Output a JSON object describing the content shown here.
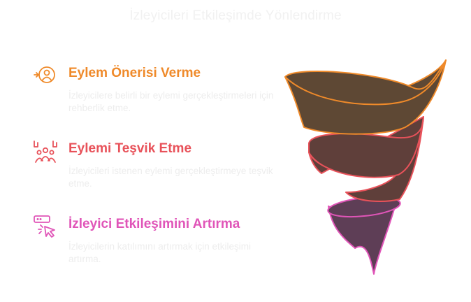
{
  "title": "İzleyicileri Etkileşimde Yönlendirme",
  "items": [
    {
      "heading": "Eylem Önerisi Verme",
      "description": "İzleyicilere belirli bir eylemi gerçekleştirmeleri için rehberlik etme.",
      "icon": "guidance-person-icon",
      "color": "#ef8a2a"
    },
    {
      "heading": "Eylemi Teşvik Etme",
      "description": "İzleyicileri istenen eylemi gerçekleştirmeye teşvik etme.",
      "icon": "group-cheer-icon",
      "color": "#e8525a"
    },
    {
      "heading": "İzleyici Etkileşimini Artırma",
      "description": "İzleyicilerin katılımını artırmak için etkileşimi artırma.",
      "icon": "click-cursor-icon",
      "color": "#e055b8"
    }
  ],
  "funnel": {
    "colors": {
      "top_fill": "#5e4834",
      "top_stroke": "#ef8a2a",
      "middle_fill": "#5f3f3a",
      "middle_stroke": "#e8525a",
      "bottom_fill": "#5e3e56",
      "bottom_stroke": "#e055b8"
    }
  }
}
